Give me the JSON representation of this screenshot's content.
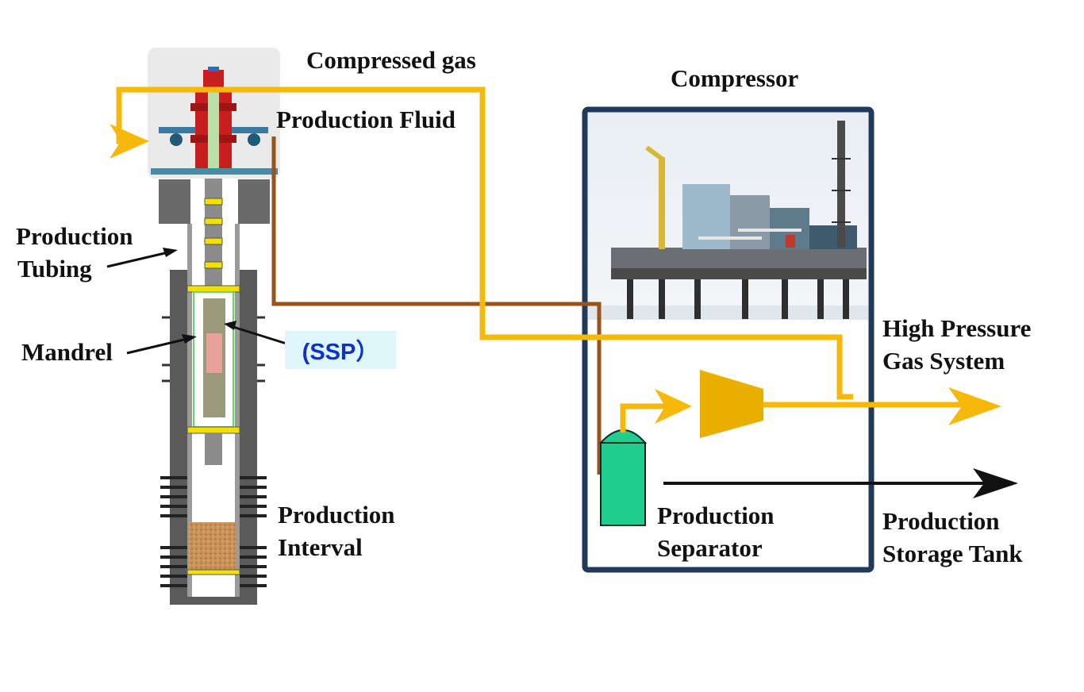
{
  "labels": {
    "compressed_gas": "Compressed gas",
    "production_fluid": "Production Fluid",
    "compressor": "Compressor",
    "production_tubing_1": "Production",
    "production_tubing_2": "Tubing",
    "mandrel": "Mandrel",
    "ssp": "(SSP）",
    "high_pressure_1": "High Pressure",
    "high_pressure_2": "Gas System",
    "separator_1": "Production",
    "separator_2": "Separator",
    "storage_1": "Production",
    "storage_2": "Storage Tank",
    "interval_1": "Production",
    "interval_2": "Interval"
  },
  "colors": {
    "gas_line": "#f6b80a",
    "fluid_line": "#9a5318",
    "compressor_box": "#1f3a5a",
    "separator": "#1fcd8e",
    "compressor_symbol": "#e8ae00",
    "storage_arrow": "#111111",
    "ssp_text": "#1030c8",
    "ssp_bg": "#dff6fb",
    "wellhead_red": "#c81e1e",
    "sand": "#c8925a"
  },
  "icons": {
    "wellhead": "wellhead-icon",
    "platform": "offshore-platform-icon",
    "separator": "separator-vessel-icon",
    "compressor": "compressor-symbol-icon"
  }
}
